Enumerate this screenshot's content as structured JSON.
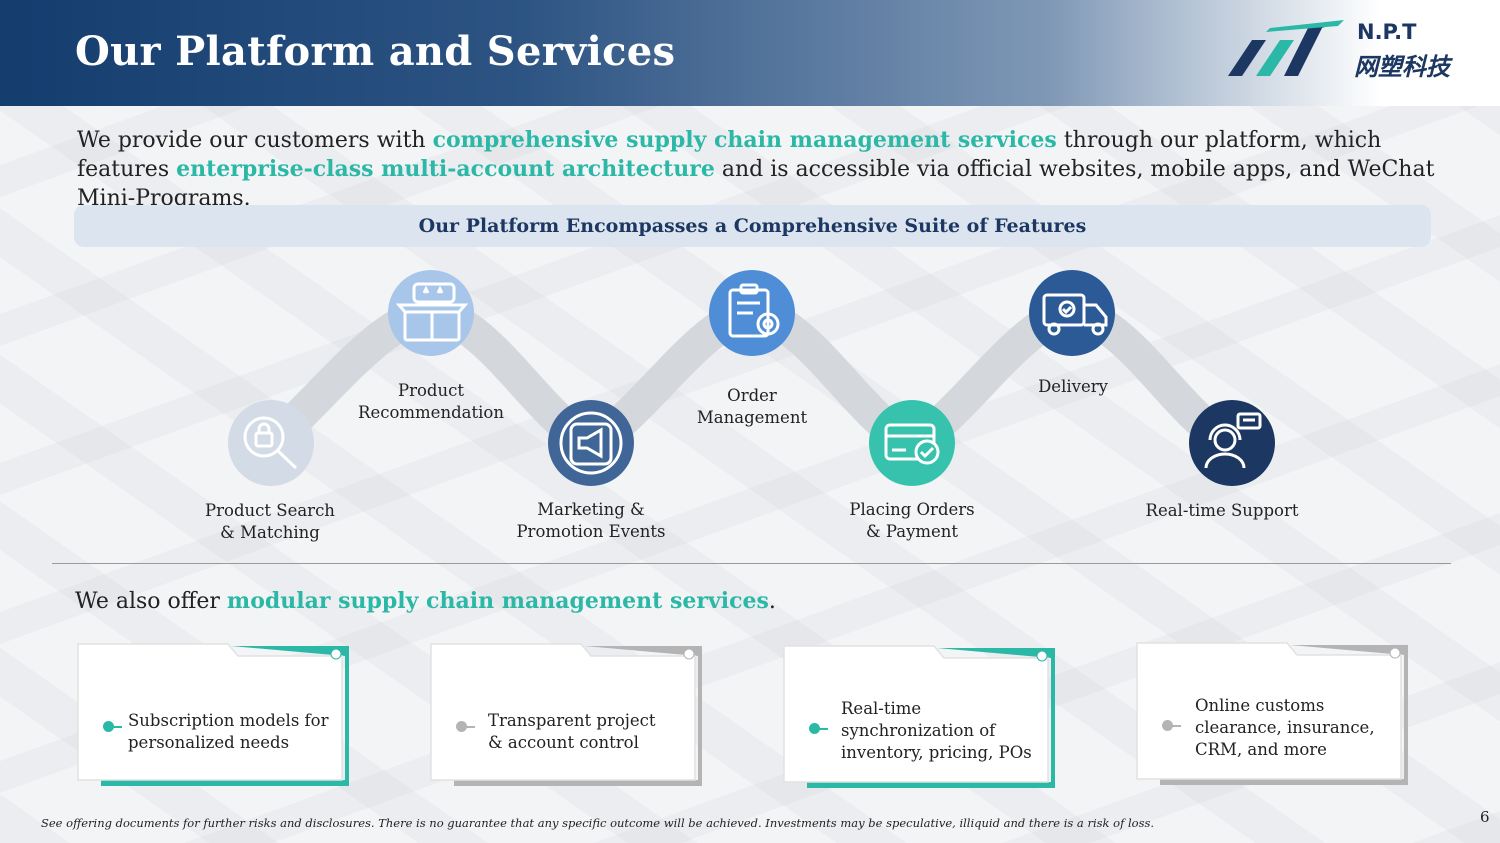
{
  "header": {
    "title": "Our Platform and Services",
    "logo_text_en": "N.P.T",
    "logo_text_cn": "网塑科技",
    "gradient_colors": [
      "#143d6e",
      "#7f98b6",
      "#ffffff"
    ]
  },
  "intro": {
    "part1": "We provide our customers with ",
    "highlight1": "comprehensive supply chain management services",
    "part2": " through our platform, which features ",
    "highlight2": "enterprise-class multi-account architecture",
    "part3": " and is accessible via official websites, mobile apps, and WeChat Mini-Programs."
  },
  "banner": {
    "title": "Our Platform Encompasses a Comprehensive Suite of Features"
  },
  "features": [
    {
      "label_line1": "Product Search",
      "label_line2": "& Matching",
      "icon": "shopping-bag-search-icon",
      "color": "#d3dbe7"
    },
    {
      "label_line1": "Product",
      "label_line2": "Recommendation",
      "icon": "gift-box-stars-icon",
      "color": "#a7c6ea"
    },
    {
      "label_line1": "Marketing &",
      "label_line2": "Promotion Events",
      "icon": "megaphone-icon",
      "color": "#3f6696"
    },
    {
      "label_line1": "Order",
      "label_line2": "Management",
      "icon": "clipboard-gear-icon",
      "color": "#4f8ed7"
    },
    {
      "label_line1": "Placing Orders",
      "label_line2": "& Payment",
      "icon": "card-check-icon",
      "color": "#36c2ad"
    },
    {
      "label_line1": "Delivery",
      "label_line2": "",
      "icon": "delivery-truck-icon",
      "color": "#2c5a96"
    },
    {
      "label_line1": "Real-time Support",
      "label_line2": "",
      "icon": "support-agent-icon",
      "color": "#1c3761"
    }
  ],
  "modular": {
    "prefix": "We also offer ",
    "highlight": "modular supply chain management services",
    "suffix": "."
  },
  "cards": [
    {
      "line1": "Subscription models for",
      "line2": "personalized needs",
      "line3": "",
      "accent": "#2bb8a6"
    },
    {
      "line1": "Transparent project",
      "line2": "& account control",
      "line3": "",
      "accent": "#b4b4b4"
    },
    {
      "line1": "Real-time",
      "line2": "synchronization of",
      "line3": "inventory, pricing, POs",
      "accent": "#2bb8a6"
    },
    {
      "line1": "Online customs",
      "line2": "clearance, insurance,",
      "line3": "CRM, and more",
      "accent": "#b4b4b4"
    }
  ],
  "footnote": "See offering documents for further risks and disclosures. There is no guarantee that any specific outcome will be achieved. Investments may be speculative, illiquid and there is a risk of loss.",
  "page_number": "6",
  "colors": {
    "accent": "#2bb8a6",
    "navy": "#1c3761"
  }
}
